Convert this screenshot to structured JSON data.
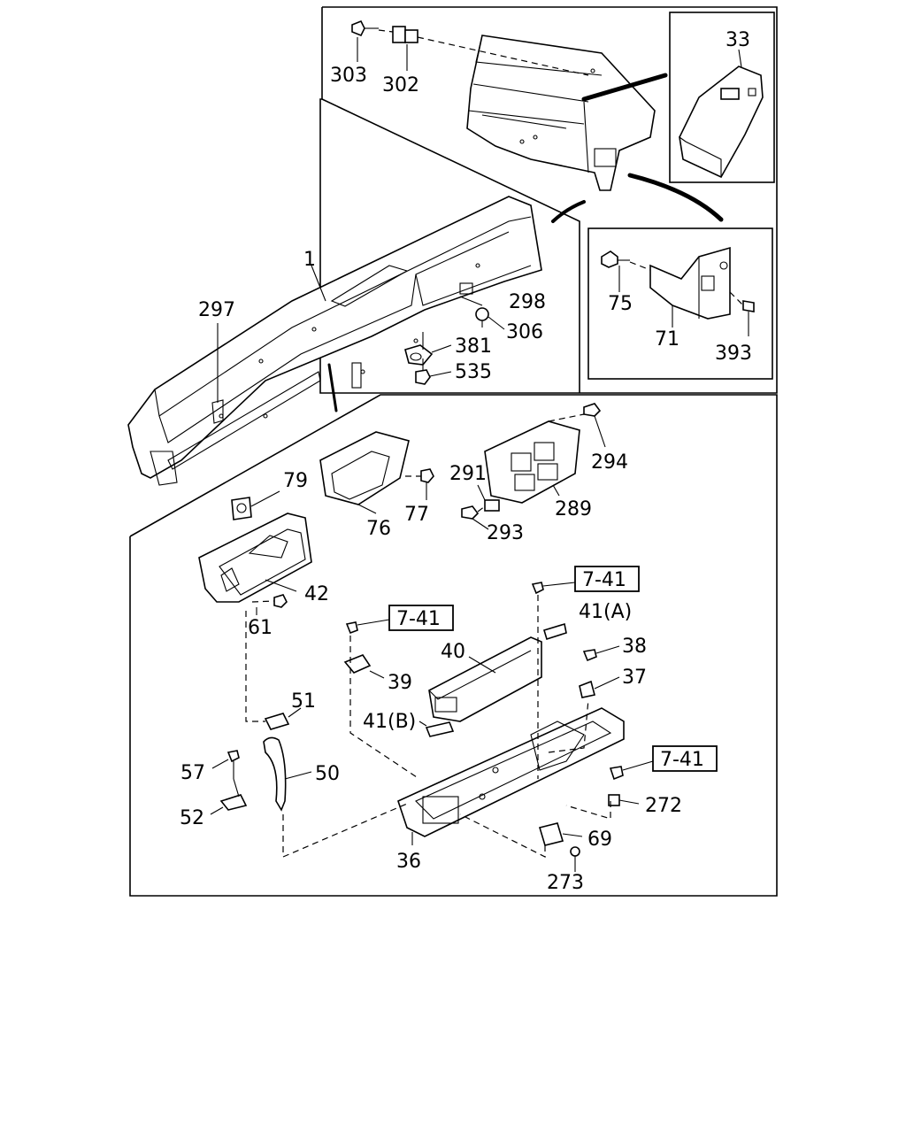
{
  "callouts": {
    "c1": "1",
    "c33": "33",
    "c303": "303",
    "c302": "302",
    "c298": "298",
    "c306": "306",
    "c297": "297",
    "c381": "381",
    "c535": "535",
    "c75": "75",
    "c71": "71",
    "c393": "393",
    "c294": "294",
    "c291": "291",
    "c289": "289",
    "c293": "293",
    "c79": "79",
    "c76": "76",
    "c77": "77",
    "c42": "42",
    "c61": "61",
    "c7_41_a": "7-41",
    "c7_41_b": "7-41",
    "c7_41_c": "7-41",
    "c41a": "41(A)",
    "c41b": "41(B)",
    "c38": "38",
    "c40": "40",
    "c37": "37",
    "c39": "39",
    "c51": "51",
    "c50": "50",
    "c57": "57",
    "c52": "52",
    "c36": "36",
    "c272": "272",
    "c69": "69",
    "c273": "273"
  }
}
